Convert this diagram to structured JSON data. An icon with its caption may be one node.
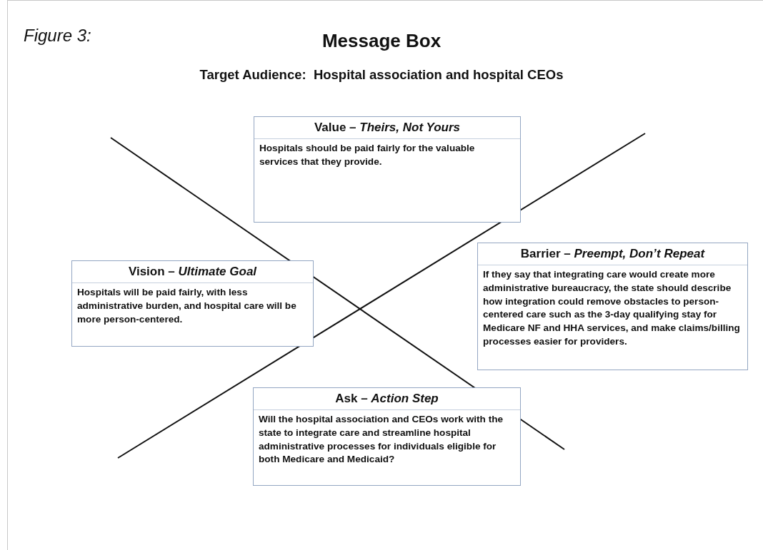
{
  "diagram": {
    "title": "Message Box",
    "nodes": [
      {
        "text": [
          "Value – *Theirs, Not Yours*",
          "Hospitals should be paid fairly for the valuable services that they provide."
        ]
      },
      {
        "text": [
          "Vision – *Ultimate Goal*",
          "Hospitals will be paid fairly, with less administrative burden, and hospital care will be more person-centered."
        ]
      },
      {
        "text": [
          "Barrier – *Preempt, Don’t Repeat*",
          "If they say that integrating care would create more administrative bureaucracy, the state should describe how integration could remove obstacles to person-centered care such as the 3-day qualifying stay for Medicare NF and HHA services, and make claims/billing processes easier for providers."
        ]
      },
      {
        "text": [
          "Ask – *Action Step*",
          "Will the hospital association and CEOs work with the state to integrate care and streamline hospital administrative processes for individuals eligible for both Medicare and Medicaid?"
        ]
      }
    ],
    "labels": [
      "Figure 3:",
      "Target Audience:  Hospital association and hospital CEOs"
    ]
  }
}
